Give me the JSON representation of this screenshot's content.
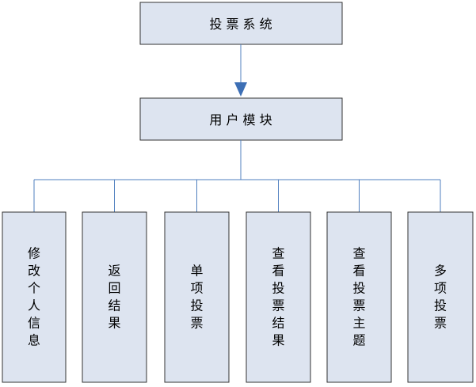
{
  "diagram": {
    "root": {
      "label": "投 票 系 统"
    },
    "module": {
      "label": "用 户 模 块"
    },
    "leaves": [
      {
        "label": "修改个人信息"
      },
      {
        "label": "返回结果"
      },
      {
        "label": "单项投票"
      },
      {
        "label": "查看投票结果"
      },
      {
        "label": "查看投票主题"
      },
      {
        "label": "多项投票"
      }
    ]
  },
  "colors": {
    "box_fill": "#dde4f0",
    "box_border": "#333333",
    "connector": "#4f7fbf",
    "arrow": "#3d6fb5"
  }
}
